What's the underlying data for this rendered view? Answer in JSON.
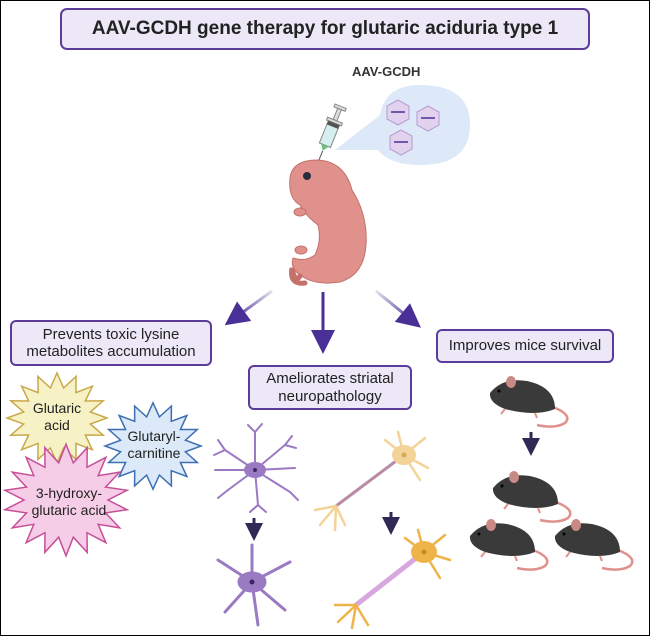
{
  "title": "AAV-GCDH gene therapy for glutaric aciduria type 1",
  "vector_label": "AAV-GCDH",
  "outcomes": {
    "left": "Prevents toxic lysine metabolites accumulation",
    "middle": "Ameliorates striatal neuropathology",
    "right": "Improves mice survival"
  },
  "metabolites": [
    {
      "label": "Glutaric acid",
      "color": "#f7f2c6",
      "stroke": "#c9a94a"
    },
    {
      "label": "Glutaryl-carnitine",
      "color": "#dbe9f8",
      "stroke": "#3d6fb3"
    },
    {
      "label": "3-hydroxy-glutaric acid",
      "color": "#f6cde6",
      "stroke": "#c74e98"
    }
  ],
  "colors": {
    "accent": "#5b3d99",
    "arrow": "#4a2f96",
    "astrocyte": "#9b7ac4",
    "neuron_before": "#f3d397",
    "neuron_after": "#eeb44a",
    "mouse_body": "#3a3a3a",
    "pup": "#e0918c"
  }
}
